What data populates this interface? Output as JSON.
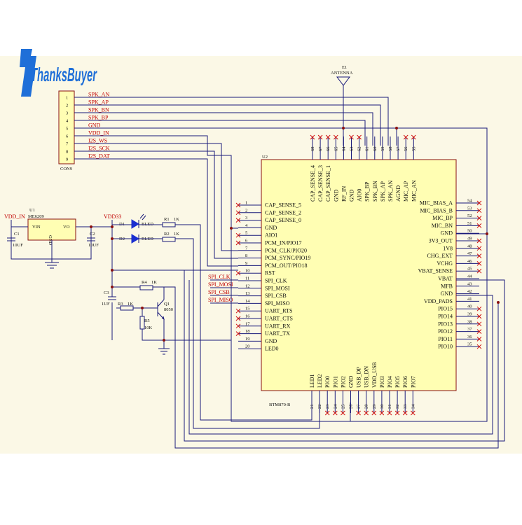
{
  "logo": {
    "text": "ThanksBuyer"
  },
  "colors": {
    "background": "#fbf8e6",
    "wire": "#1a1a7a",
    "chip": "#fffeb3",
    "chip_border": "#8a1010",
    "nc": "#d01010",
    "red_label": "#c00000",
    "led": "#1a2fd0",
    "logo": "#1f6fd8"
  },
  "antenna": {
    "ref": "E1",
    "name": "ANTENNA"
  },
  "connector": {
    "ref": "CON9",
    "pins": [
      {
        "num": "1",
        "net": "SPK_AN"
      },
      {
        "num": "2",
        "net": "SPK_AP"
      },
      {
        "num": "3",
        "net": "SPK_BN"
      },
      {
        "num": "4",
        "net": "SPK_BP"
      },
      {
        "num": "5",
        "net": "GND"
      },
      {
        "num": "6",
        "net": "VDD_IN"
      },
      {
        "num": "7",
        "net": "I2S_WS"
      },
      {
        "num": "8",
        "net": "I2S_SCK"
      },
      {
        "num": "9",
        "net": "I2S_DAT"
      }
    ]
  },
  "regulator": {
    "ref": "U1",
    "part": "ME6209",
    "vin": "VIN",
    "vo": "VO",
    "gnd": "GND",
    "in_net": "VDD_IN",
    "out_net": "VDD33"
  },
  "caps": [
    {
      "ref": "C1",
      "value": "10UF"
    },
    {
      "ref": "C2",
      "value": "10UF"
    },
    {
      "ref": "C3",
      "value": "1UF"
    }
  ],
  "leds": [
    {
      "ref": "D1",
      "name": "BLED"
    },
    {
      "ref": "D2",
      "name": "RLED"
    }
  ],
  "resistors": [
    {
      "ref": "R1",
      "value": "1K"
    },
    {
      "ref": "R2",
      "value": "1K"
    },
    {
      "ref": "R3",
      "value": "1K"
    },
    {
      "ref": "R4",
      "value": "1K"
    },
    {
      "ref": "R5",
      "value": "10K"
    }
  ],
  "transistor": {
    "ref": "Q1",
    "part": "8050"
  },
  "spi_nets": [
    "SPI_CLK",
    "SPI_MOSI",
    "SPI_CSB",
    "SPI_MISO"
  ],
  "chip": {
    "ref": "U2",
    "part": "BTM870-B",
    "left_pins": [
      {
        "num": "1",
        "name": "CAP_SENSE_5"
      },
      {
        "num": "2",
        "name": "CAP_SENSE_2"
      },
      {
        "num": "3",
        "name": "CAP_SENSE_0"
      },
      {
        "num": "4",
        "name": "GND"
      },
      {
        "num": "5",
        "name": "AIO1"
      },
      {
        "num": "6",
        "name": "PCM_IN/PIO17"
      },
      {
        "num": "7",
        "name": "PCM_CLK/PIO20"
      },
      {
        "num": "8",
        "name": "PCM_SYNC/PIO19"
      },
      {
        "num": "9",
        "name": "PCM_OUT/PIO18"
      },
      {
        "num": "10",
        "name": "RST"
      },
      {
        "num": "11",
        "name": "SPI_CLK"
      },
      {
        "num": "12",
        "name": "SPI_MOSI"
      },
      {
        "num": "13",
        "name": "SPI_CSB"
      },
      {
        "num": "14",
        "name": "SPI_MISO"
      },
      {
        "num": "15",
        "name": "UART_RTS"
      },
      {
        "num": "16",
        "name": "UART_CTS"
      },
      {
        "num": "17",
        "name": "UART_RX"
      },
      {
        "num": "18",
        "name": "UART_TX"
      },
      {
        "num": "19",
        "name": "GND"
      },
      {
        "num": "20",
        "name": "LED0"
      }
    ],
    "right_pins": [
      {
        "num": "54",
        "name": "MIC_BIAS_A"
      },
      {
        "num": "53",
        "name": "MIC_BIAS_B"
      },
      {
        "num": "52",
        "name": "MIC_BP"
      },
      {
        "num": "51",
        "name": "MIC_BN"
      },
      {
        "num": "50",
        "name": "GND"
      },
      {
        "num": "49",
        "name": "3V3_OUT"
      },
      {
        "num": "48",
        "name": "1V8"
      },
      {
        "num": "47",
        "name": "CHG_EXT"
      },
      {
        "num": "46",
        "name": "VCHG"
      },
      {
        "num": "45",
        "name": "VBAT_SENSE"
      },
      {
        "num": "44",
        "name": "VBAT"
      },
      {
        "num": "43",
        "name": "MFB"
      },
      {
        "num": "42",
        "name": "GND"
      },
      {
        "num": "41",
        "name": "VDD_PADS"
      },
      {
        "num": "40",
        "name": "PIO15"
      },
      {
        "num": "39",
        "name": "PIO14"
      },
      {
        "num": "38",
        "name": "PIO13"
      },
      {
        "num": "37",
        "name": "PIO12"
      },
      {
        "num": "36",
        "name": "PIO11"
      },
      {
        "num": "35",
        "name": "PIO10"
      }
    ],
    "top_pins": [
      {
        "num": "68",
        "name": "CAP_SENSE_4"
      },
      {
        "num": "67",
        "name": "CAP_SENSE_3"
      },
      {
        "num": "66",
        "name": "CAP_SENSE_1"
      },
      {
        "num": "65",
        "name": "GND"
      },
      {
        "num": "64",
        "name": "RF_IN"
      },
      {
        "num": "63",
        "name": "GND"
      },
      {
        "num": "62",
        "name": "AIO0"
      },
      {
        "num": "61",
        "name": "SPK_BP"
      },
      {
        "num": "60",
        "name": "SPK_BN"
      },
      {
        "num": "59",
        "name": "SPK_AP"
      },
      {
        "num": "58",
        "name": "SPK_AN"
      },
      {
        "num": "57",
        "name": "AGND"
      },
      {
        "num": "56",
        "name": "MIC_AP"
      },
      {
        "num": "55",
        "name": "MIC_AN"
      }
    ],
    "bottom_pins": [
      {
        "num": "21",
        "name": "LED1"
      },
      {
        "num": "22",
        "name": "LED2"
      },
      {
        "num": "23",
        "name": "PIO0"
      },
      {
        "num": "24",
        "name": "PIO1"
      },
      {
        "num": "25",
        "name": "PIO2"
      },
      {
        "num": "26",
        "name": "GND"
      },
      {
        "num": "27",
        "name": "USB_DP"
      },
      {
        "num": "28",
        "name": "USB_DN"
      },
      {
        "num": "29",
        "name": "VDD_USB"
      },
      {
        "num": "30",
        "name": "PIO3"
      },
      {
        "num": "31",
        "name": "PIO4"
      },
      {
        "num": "32",
        "name": "PIO5"
      },
      {
        "num": "33",
        "name": "PIO6"
      },
      {
        "num": "34",
        "name": "PIO7"
      }
    ]
  }
}
